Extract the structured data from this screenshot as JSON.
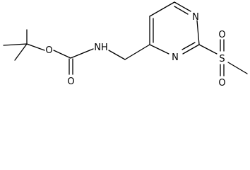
{
  "molecule": {
    "atoms": {
      "o_ether": "O",
      "o_carbonyl": "O",
      "nh": "NH",
      "n_ring_top": "N",
      "n_ring_bottom": "N",
      "sulfur": "S",
      "o_sulfonyl_top": "O",
      "o_sulfonyl_bottom": "O"
    }
  }
}
